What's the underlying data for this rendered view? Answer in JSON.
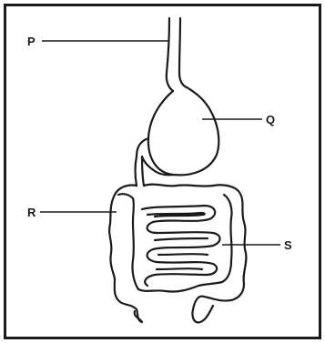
{
  "labels": {
    "p": "P",
    "q": "Q",
    "r": "R",
    "s": "S"
  },
  "colors": {
    "line": "#1a1a1a",
    "background": "#ffffff"
  }
}
